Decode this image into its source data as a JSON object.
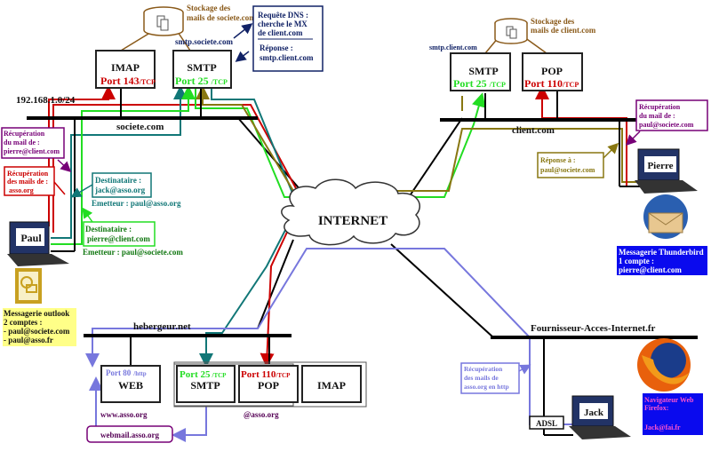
{
  "colors": {
    "smtp_green": "#22dd22",
    "port_red": "#cc0000",
    "teal": "#117777",
    "olive": "#887711",
    "purple": "#770077",
    "navy": "#112266",
    "lavender": "#7777dd",
    "storage_brown": "#8a5a1a",
    "thunderbird_bg": "#0a0aee",
    "firefox_bg": "#0a0aee",
    "outlook_bg": "#ffff88"
  },
  "cloud": {
    "label": "INTERNET"
  },
  "societe": {
    "network_label": "societe.com",
    "subnet": "192.168.1.0/24",
    "storage_label_1": "Stockage des",
    "storage_label_2": "mails de societe.com",
    "smtp_hostname": "smtp.societe.com",
    "imap": {
      "name": "IMAP",
      "port": "Port 143",
      "proto": "/TCP"
    },
    "smtp": {
      "name": "SMTP",
      "port": "Port 25",
      "proto": "/TCP"
    },
    "dns_box": {
      "line1": "Requête DNS :",
      "line2": "cherche le MX",
      "line3": "de client.com",
      "line4": "Réponse :",
      "line5": "smtp.client.com"
    }
  },
  "client": {
    "network_label": "client.com",
    "storage_label_1": "Stockage des",
    "storage_label_2": "mails de client.com",
    "smtp_hostname": "smtp.client.com",
    "smtp": {
      "name": "SMTP",
      "port": "Port 25",
      "proto": "/TCP"
    },
    "pop": {
      "name": "POP",
      "port": "Port 110",
      "proto": "/TCP"
    }
  },
  "hebergeur": {
    "network_label": "hebergeur.net",
    "web": {
      "name": "WEB",
      "port": "Port 80",
      "proto": "/http"
    },
    "smtp": {
      "name": "SMTP",
      "port": "Port 25",
      "proto": "/TCP"
    },
    "pop": {
      "name": "POP",
      "port": "Port 110",
      "proto": "/TCP"
    },
    "imap": {
      "name": "IMAP"
    },
    "www_label": "www.asso.org",
    "domain_label": "@asso.org",
    "webmail_label": "webmail.asso.org"
  },
  "fai": {
    "network_label": "Fournisseur-Acces-Internet.fr",
    "adsl_label": "ADSL"
  },
  "paul": {
    "name": "Paul",
    "recup_pierre": [
      "Récupération",
      "du mail de :",
      "pierre@client.com"
    ],
    "recup_asso": [
      "Récupération",
      "des mails de :",
      "asso.org"
    ],
    "dest_jack": [
      "Destinataire :",
      "jack@asso.org"
    ],
    "emetteur_asso": "Emetteur : paul@asso.org",
    "dest_pierre": [
      "Destinataire :",
      "pierre@client.com"
    ],
    "emetteur_societe": "Emetteur : paul@societe.com",
    "client_app": [
      "Messagerie outlook",
      "2 comptes :",
      "- paul@societe.com",
      "- paul@asso.fr"
    ]
  },
  "pierre": {
    "name": "Pierre",
    "recup_paul": [
      "Récupération",
      "du mail de :",
      "paul@societe.com"
    ],
    "reponse": [
      "Réponse à :",
      "paul@societe.com"
    ],
    "client_app": [
      "Messagerie Thunderbird",
      "1 compte :",
      "pierre@client.com"
    ]
  },
  "jack": {
    "name": "Jack",
    "recup_http": [
      "Récupération",
      "des mails de",
      "asso.org en http"
    ],
    "client_app": [
      "Navigateur Web",
      "Firefox:",
      "",
      "Jack@fai.fr"
    ]
  }
}
